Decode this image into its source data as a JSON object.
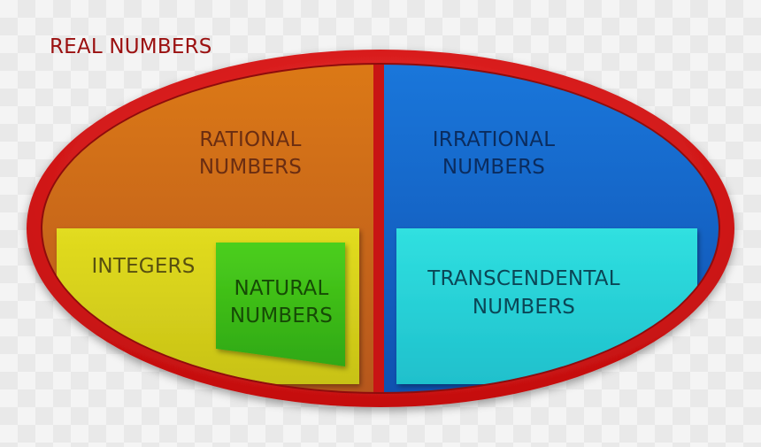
{
  "title": "REAL NUMBERS",
  "regions": {
    "rational": {
      "line1": "RATIONAL",
      "line2": "NUMBERS"
    },
    "irrational": {
      "line1": "IRRATIONAL",
      "line2": "NUMBERS"
    },
    "integers": {
      "line1": "INTEGERS"
    },
    "natural": {
      "line1": "NATURAL",
      "line2": "NUMBERS"
    },
    "transcendental": {
      "line1": "TRANSCENDENTAL",
      "line2": "NUMBERS"
    }
  },
  "colors": {
    "outer_ring": "#d81a1a",
    "title": "#9b1010",
    "rational": "#c9651a",
    "irrational": "#1466c8",
    "integers": "#d8d21a",
    "natural": "#3fc018",
    "transcendental": "#27d4d9"
  }
}
